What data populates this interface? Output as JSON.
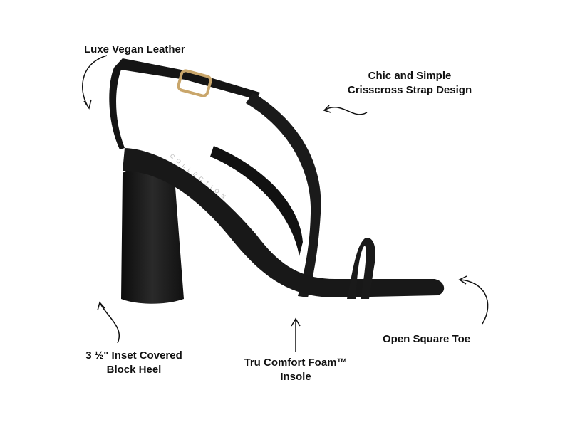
{
  "product": {
    "brand_mark": "COLLECTION",
    "callouts": [
      {
        "line1": "Luxe Vegan Leather",
        "line2": ""
      },
      {
        "line1": "Chic and Simple",
        "line2": "Crisscross Strap Design"
      },
      {
        "line1": "3 ½\" Inset Covered",
        "line2": "Block Heel"
      },
      {
        "line1": "Tru Comfort Foam™",
        "line2": "Insole"
      },
      {
        "line1": "Open Square Toe",
        "line2": ""
      }
    ]
  },
  "colors": {
    "shoe": "#151515",
    "buckle": "#c9a66b",
    "text": "#111111"
  }
}
